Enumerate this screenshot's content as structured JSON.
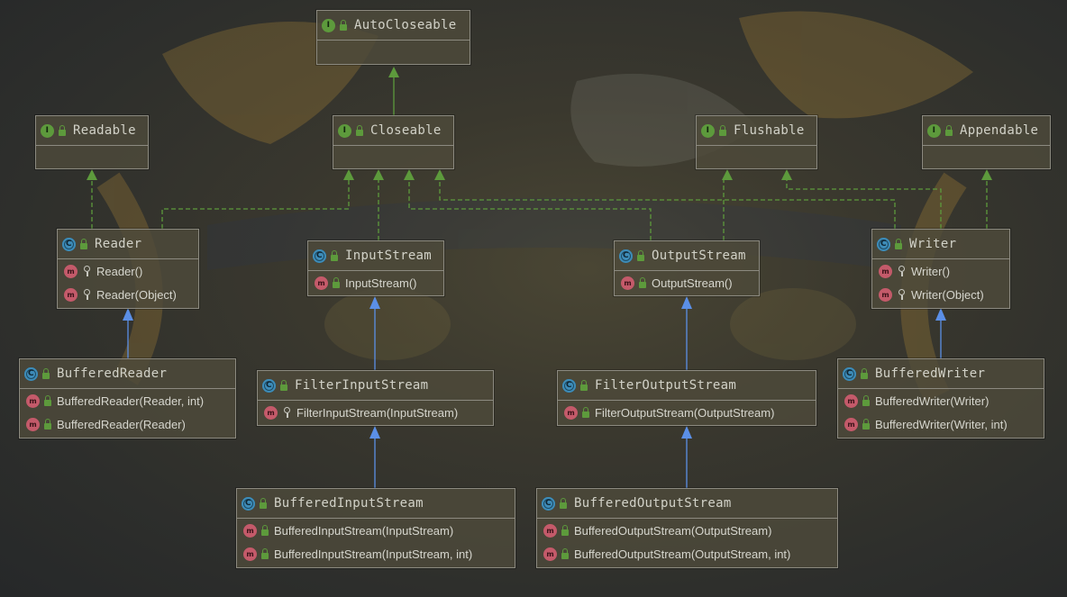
{
  "colors": {
    "interface_badge": "#5d9a3c",
    "class_badge": "#3e8cb8",
    "method_badge": "#c45a6a",
    "implements_edge": "#5d9a3c",
    "extends_edge": "#5b8fe6",
    "box_fill": "#4e4a3a",
    "box_border": "#8c8a80"
  },
  "nodes": {
    "autocloseable": {
      "kind": "interface",
      "badge": "I",
      "name": "AutoCloseable",
      "members": []
    },
    "readable": {
      "kind": "interface",
      "badge": "I",
      "name": "Readable",
      "members": []
    },
    "closeable": {
      "kind": "interface",
      "badge": "I",
      "name": "Closeable",
      "members": []
    },
    "flushable": {
      "kind": "interface",
      "badge": "I",
      "name": "Flushable",
      "members": []
    },
    "appendable": {
      "kind": "interface",
      "badge": "I",
      "name": "Appendable",
      "members": []
    },
    "reader": {
      "kind": "abstract-class",
      "badge": "C",
      "name": "Reader",
      "members": [
        {
          "badge": "m",
          "access": "protected",
          "text": "Reader()"
        },
        {
          "badge": "m",
          "access": "protected",
          "text": "Reader(Object)"
        }
      ]
    },
    "inputstream": {
      "kind": "abstract-class",
      "badge": "C",
      "name": "InputStream",
      "members": [
        {
          "badge": "m",
          "access": "public",
          "text": "InputStream()"
        }
      ]
    },
    "outputstream": {
      "kind": "abstract-class",
      "badge": "C",
      "name": "OutputStream",
      "members": [
        {
          "badge": "m",
          "access": "public",
          "text": "OutputStream()"
        }
      ]
    },
    "writer": {
      "kind": "abstract-class",
      "badge": "C",
      "name": "Writer",
      "members": [
        {
          "badge": "m",
          "access": "protected",
          "text": "Writer()"
        },
        {
          "badge": "m",
          "access": "protected",
          "text": "Writer(Object)"
        }
      ]
    },
    "bufferedreader": {
      "kind": "class",
      "badge": "C",
      "name": "BufferedReader",
      "members": [
        {
          "badge": "m",
          "access": "public",
          "text": "BufferedReader(Reader, int)"
        },
        {
          "badge": "m",
          "access": "public",
          "text": "BufferedReader(Reader)"
        }
      ]
    },
    "filterinputstream": {
      "kind": "class",
      "badge": "C",
      "name": "FilterInputStream",
      "members": [
        {
          "badge": "m",
          "access": "protected",
          "text": "FilterInputStream(InputStream)"
        }
      ]
    },
    "filteroutputstream": {
      "kind": "class",
      "badge": "C",
      "name": "FilterOutputStream",
      "members": [
        {
          "badge": "m",
          "access": "public",
          "text": "FilterOutputStream(OutputStream)"
        }
      ]
    },
    "bufferedwriter": {
      "kind": "class",
      "badge": "C",
      "name": "BufferedWriter",
      "members": [
        {
          "badge": "m",
          "access": "public",
          "text": "BufferedWriter(Writer)"
        },
        {
          "badge": "m",
          "access": "public",
          "text": "BufferedWriter(Writer, int)"
        }
      ]
    },
    "bufferedinputstream": {
      "kind": "class",
      "badge": "C",
      "name": "BufferedInputStream",
      "members": [
        {
          "badge": "m",
          "access": "public",
          "text": "BufferedInputStream(InputStream)"
        },
        {
          "badge": "m",
          "access": "public",
          "text": "BufferedInputStream(InputStream, int)"
        }
      ]
    },
    "bufferedoutputstream": {
      "kind": "class",
      "badge": "C",
      "name": "BufferedOutputStream",
      "members": [
        {
          "badge": "m",
          "access": "public",
          "text": "BufferedOutputStream(OutputStream)"
        },
        {
          "badge": "m",
          "access": "public",
          "text": "BufferedOutputStream(OutputStream, int)"
        }
      ]
    }
  },
  "edges": [
    {
      "from": "closeable",
      "to": "autocloseable",
      "type": "extends-interface"
    },
    {
      "from": "reader",
      "to": "readable",
      "type": "implements"
    },
    {
      "from": "reader",
      "to": "closeable",
      "type": "implements"
    },
    {
      "from": "inputstream",
      "to": "closeable",
      "type": "implements"
    },
    {
      "from": "outputstream",
      "to": "closeable",
      "type": "implements"
    },
    {
      "from": "outputstream",
      "to": "flushable",
      "type": "implements"
    },
    {
      "from": "writer",
      "to": "closeable",
      "type": "implements"
    },
    {
      "from": "writer",
      "to": "flushable",
      "type": "implements"
    },
    {
      "from": "writer",
      "to": "appendable",
      "type": "implements"
    },
    {
      "from": "bufferedreader",
      "to": "reader",
      "type": "extends"
    },
    {
      "from": "filterinputstream",
      "to": "inputstream",
      "type": "extends"
    },
    {
      "from": "filteroutputstream",
      "to": "outputstream",
      "type": "extends"
    },
    {
      "from": "bufferedwriter",
      "to": "writer",
      "type": "extends"
    },
    {
      "from": "bufferedinputstream",
      "to": "filterinputstream",
      "type": "extends"
    },
    {
      "from": "bufferedoutputstream",
      "to": "filteroutputstream",
      "type": "extends"
    }
  ]
}
